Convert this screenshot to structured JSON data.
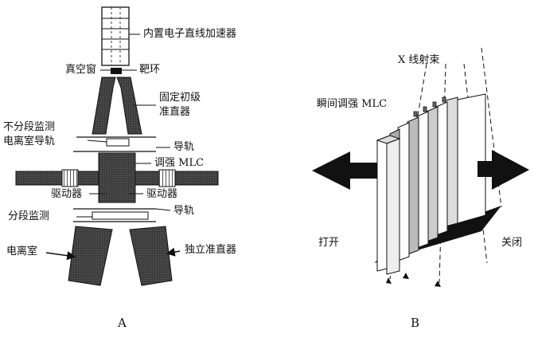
{
  "panel_a": {
    "caption": "A",
    "labels": {
      "linac": "内置电子直线加速器",
      "vacuum_window": "真空窗",
      "target": "靶环",
      "primary_collimator_1": "固定初级",
      "primary_collimator_2": "准直器",
      "nonseg_monitor_1": "不分段监测",
      "nonseg_monitor_2": "电离室导轨",
      "rail_1": "导轨",
      "mlc": "调强 MLC",
      "driver_left": "驱动器",
      "driver_right": "驱动器",
      "rail_2": "导轨",
      "seg_monitor": "分段监测",
      "ion_chamber": "电离室",
      "indep_collimator": "独立准直器"
    }
  },
  "panel_b": {
    "caption": "B",
    "labels": {
      "xray_beam": "X 线射束",
      "dynamic_mlc": "瞬间调强 MLC",
      "open": "打开",
      "close": "关闭"
    }
  }
}
